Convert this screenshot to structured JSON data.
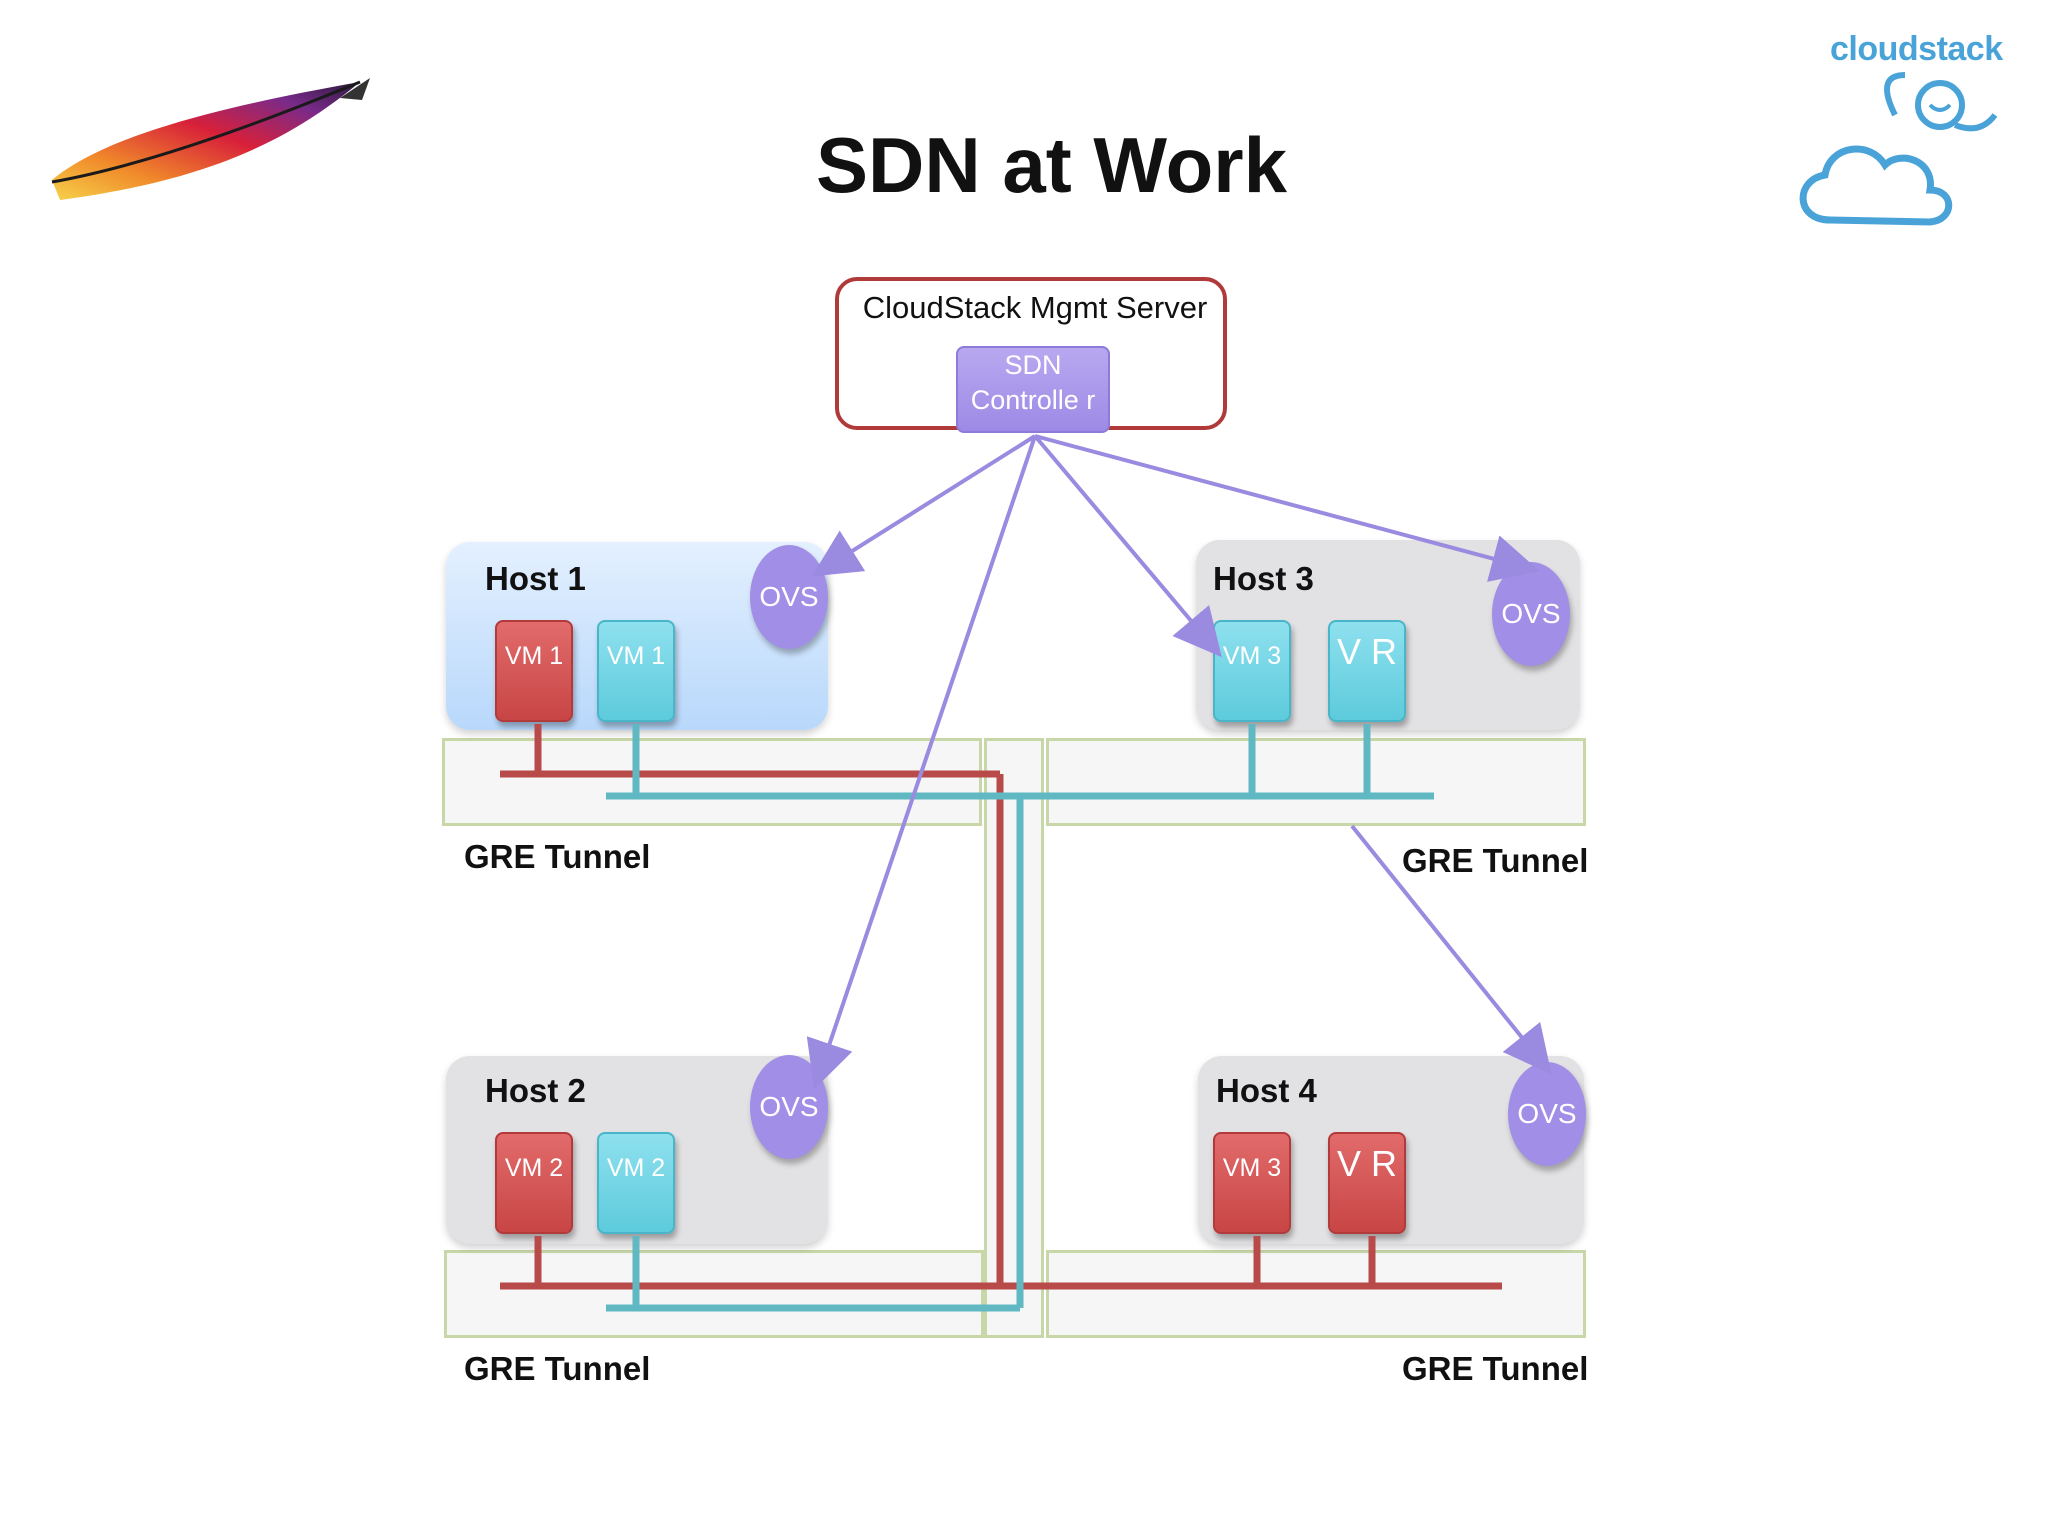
{
  "title": "SDN at Work",
  "brand": {
    "name": "cloudstack",
    "left_logo_icon": "feather-logo-icon",
    "right_logo_icon": "monkey-cloud-logo-icon"
  },
  "mgmt_server": {
    "label": "CloudStack Mgmt Server",
    "controller_label": "SDN Controlle r"
  },
  "hosts": [
    {
      "label": "Host 1",
      "ovs": "OVS",
      "vms": [
        {
          "label": "VM 1",
          "color": "red"
        },
        {
          "label": "VM 1",
          "color": "cyan"
        }
      ]
    },
    {
      "label": "Host 2",
      "ovs": "OVS",
      "vms": [
        {
          "label": "VM 2",
          "color": "red"
        },
        {
          "label": "VM 2",
          "color": "cyan"
        }
      ]
    },
    {
      "label": "Host 3",
      "ovs": "OVS",
      "vms": [
        {
          "label": "VM 3",
          "color": "cyan"
        },
        {
          "label": "V R",
          "color": "cyan"
        }
      ]
    },
    {
      "label": "Host 4",
      "ovs": "OVS",
      "vms": [
        {
          "label": "VM 3",
          "color": "red"
        },
        {
          "label": "V R",
          "color": "red"
        }
      ]
    }
  ],
  "tunnels": [
    "GRE Tunnel",
    "GRE Tunnel",
    "GRE Tunnel",
    "GRE Tunnel"
  ],
  "colors": {
    "mgmt_border": "#b03a3a",
    "controller": "#a18ee6",
    "ovs": "#a18ee6",
    "vm_red": "#d05252",
    "vm_cyan": "#6dd2e2",
    "network_red": "#b84a4a",
    "network_cyan": "#5fb8c2",
    "host_active": "#cfe4fc",
    "host_inactive": "#e2e1e3",
    "control_lines": "#9a8ae0"
  }
}
